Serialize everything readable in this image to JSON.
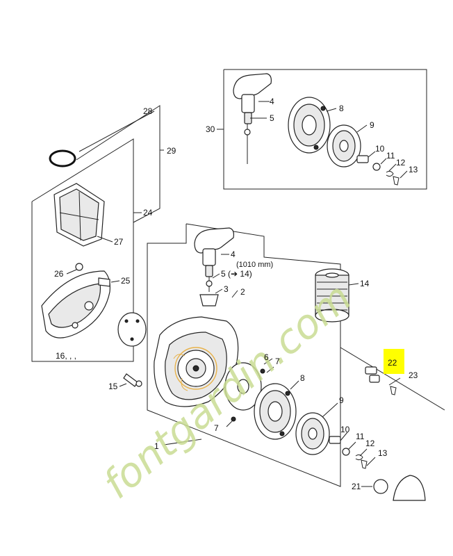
{
  "watermark": "fontgardin.com",
  "highlight_color": "#ffff00",
  "callouts": {
    "c1": "1",
    "c2": "2",
    "c3": "3",
    "c4a": "4",
    "c4b": "4",
    "c5a": "5",
    "c5b": "5 (➔ 14)",
    "c5note": "(1010 mm)",
    "c6": "6",
    "c7a": "7",
    "c7b": "7",
    "c8a": "8",
    "c8b": "8",
    "c9a": "9",
    "c9b": "9",
    "c10a": "10",
    "c10b": "10",
    "c11a": "11",
    "c11b": "11",
    "c12a": "12",
    "c12b": "12",
    "c13a": "13",
    "c13b": "13",
    "c14": "14",
    "c15": "15",
    "c16": "16, , ,",
    "c21": "21",
    "c22": "22",
    "c23": "23",
    "c24": "24",
    "c25": "25",
    "c26": "26",
    "c27": "27",
    "c28": "28",
    "c29": "29",
    "c30": "30"
  }
}
